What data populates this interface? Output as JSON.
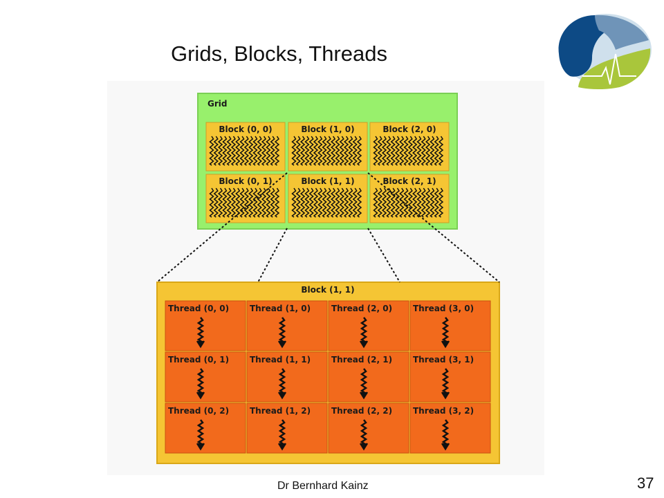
{
  "slide": {
    "title": "Grids, Blocks, Threads",
    "footer": "Dr Bernhard Kainz",
    "page_number": "37"
  },
  "diagram": {
    "grid_label": "Grid",
    "blocks": [
      "Block (0, 0)",
      "Block (1, 0)",
      "Block (2, 0)",
      "Block (0, 1)",
      "Block (1, 1)",
      "Block (2, 1)"
    ],
    "expanded_block_label": "Block (1, 1)",
    "threads": [
      "Thread (0, 0)",
      "Thread (1, 0)",
      "Thread (2, 0)",
      "Thread (3, 0)",
      "Thread (0, 1)",
      "Thread (1, 1)",
      "Thread (2, 1)",
      "Thread (3, 1)",
      "Thread (0, 2)",
      "Thread (1, 2)",
      "Thread (2, 2)",
      "Thread (3, 2)"
    ],
    "colors": {
      "grid": "#98f06c",
      "block": "#f5c534",
      "thread": "#f26a1c",
      "logo_dark": "#0d4a85",
      "logo_mid": "#6f94b8",
      "logo_light": "#cfe0ec",
      "logo_green": "#a9c63b"
    }
  },
  "logo": {
    "icon": "institution-logo-icon"
  }
}
